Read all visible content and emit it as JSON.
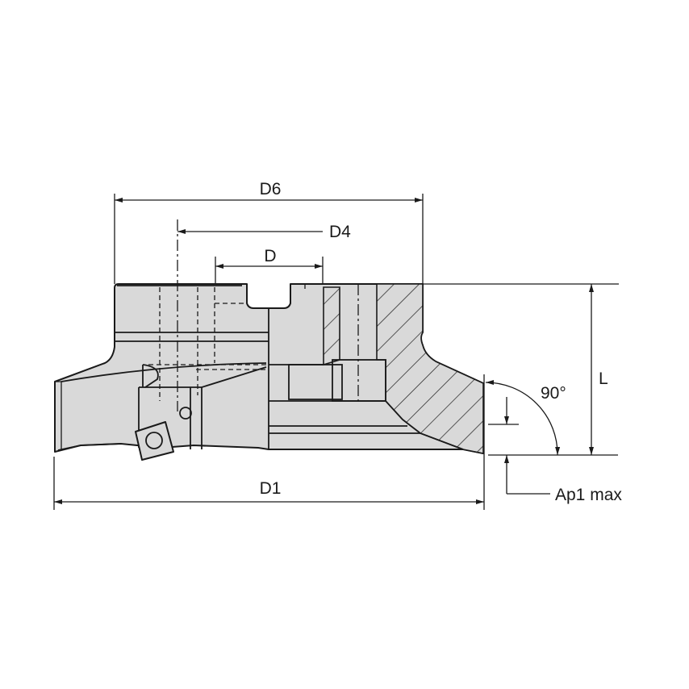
{
  "dimensions": {
    "d6": "D6",
    "d4": "D4",
    "d": "D",
    "d1": "D1",
    "l": "L",
    "angle": "90°",
    "ap1": "Ap1 max"
  },
  "colors": {
    "body_fill": "#d9d9d9",
    "line": "#1a1a1a"
  }
}
